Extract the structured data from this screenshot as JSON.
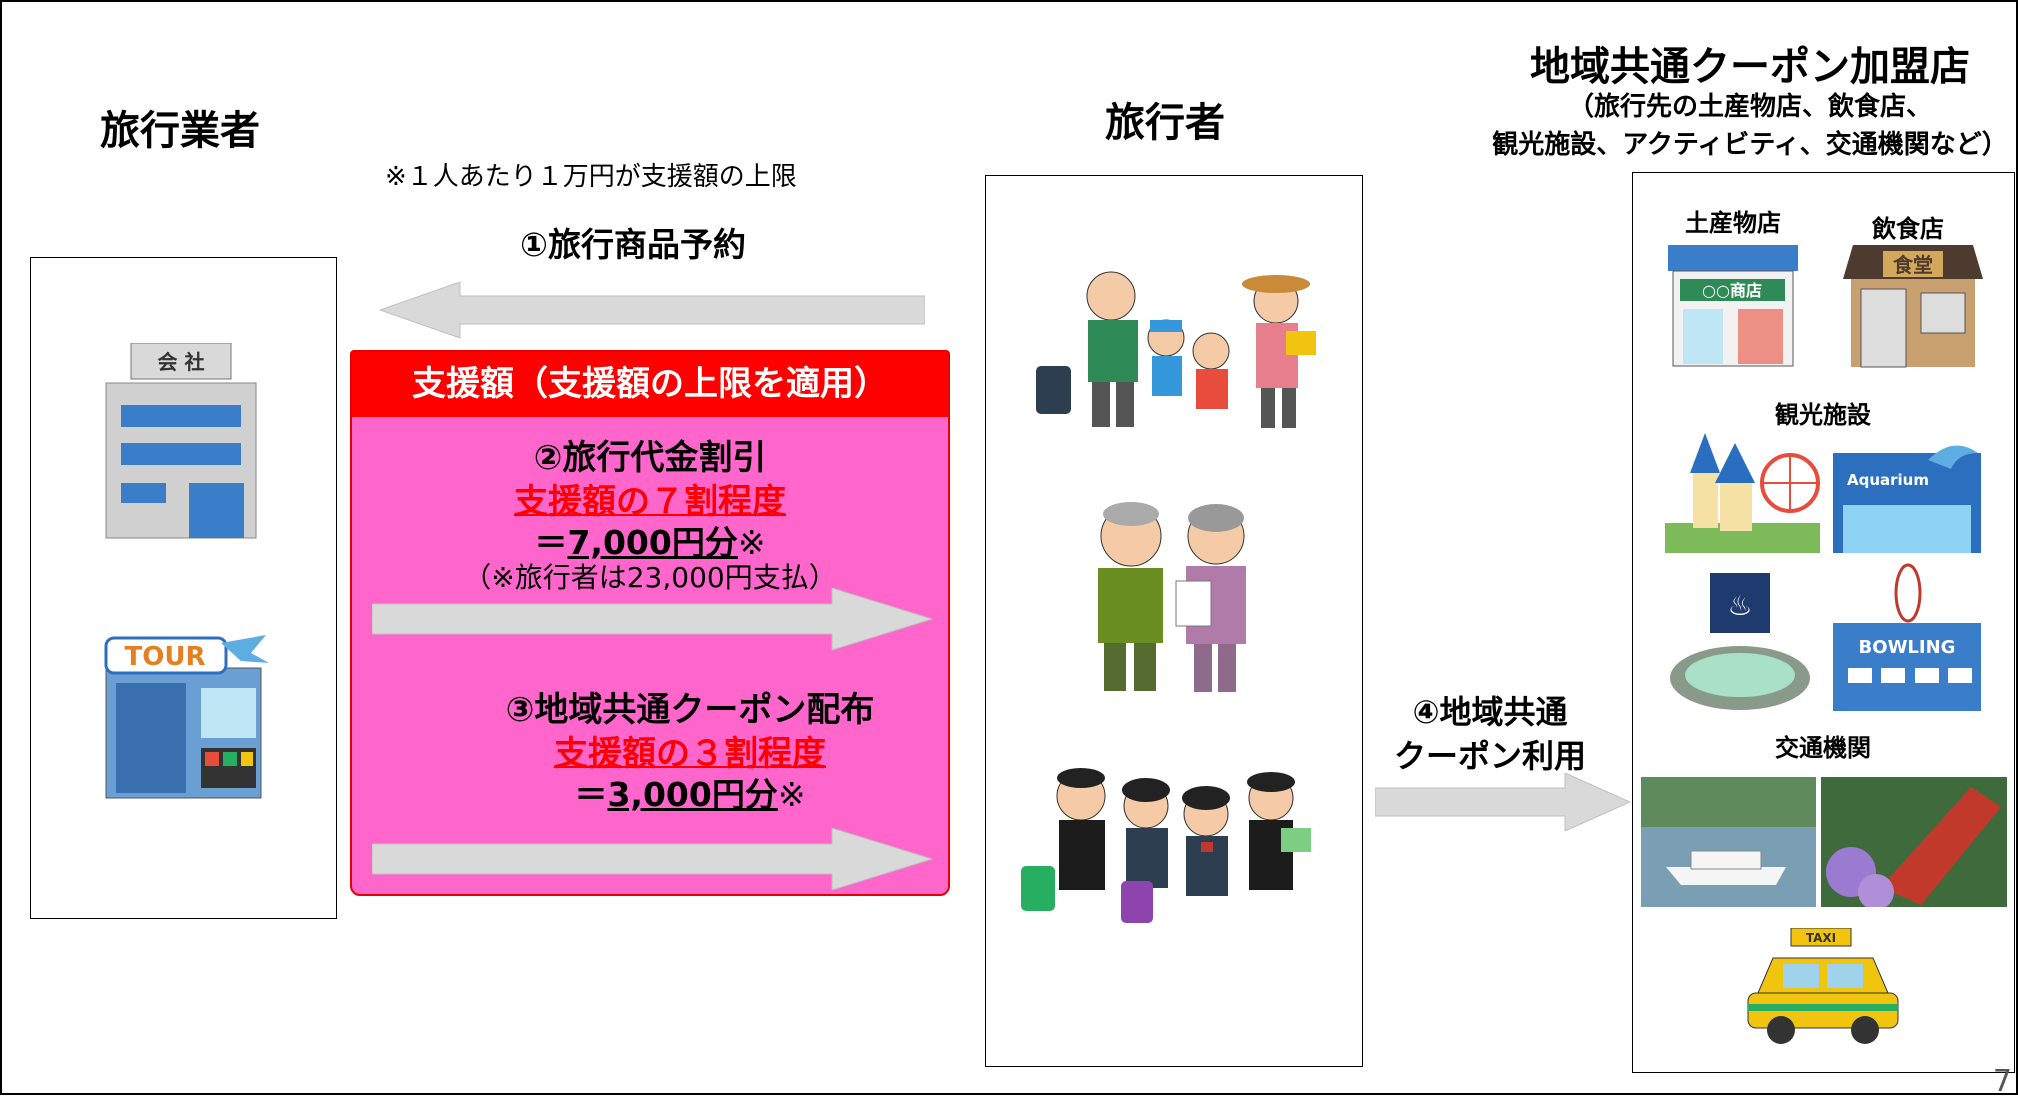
{
  "titles": {
    "agency": "旅行業者",
    "traveler": "旅行者",
    "shops_title": "地域共通クーポン加盟店",
    "shops_sub1": "（旅行先の土産物店、飲食店、",
    "shops_sub2": "観光施設、アクティビティ、交通機関など）"
  },
  "note_limit": "※１人あたり１万円が支援額の上限",
  "step1": "①旅行商品予約",
  "panel": {
    "header": "支援額（支援額の上限を適用）",
    "step2": "②旅行代金割引",
    "step2_ratio": "支援額の７割程度",
    "step2_eq": "＝",
    "step2_amount": "7,000円分",
    "step2_mark": "※",
    "step2_note": "（※旅行者は23,000円支払）",
    "step3": "③地域共通クーポン配布",
    "step3_ratio": "支援額の３割程度",
    "step3_eq": "＝",
    "step3_amount": "3,000円分",
    "step3_mark": "※"
  },
  "step4_line1": "④地域共通",
  "step4_line2": "クーポン利用",
  "shops": {
    "souvenir": "土産物店",
    "restaurant": "飲食店",
    "sightseeing": "観光施設",
    "transport": "交通機関",
    "souvenir_sign": "○○商店",
    "restaurant_sign": "食堂",
    "aquarium_sign": "Aquarium",
    "bowling_sign": "BOWLING",
    "taxi_sign": "TAXI"
  },
  "company_sign": "会 社",
  "tour_sign": "TOUR",
  "page_number": "7",
  "colors": {
    "panel_pink": "#ff66cc",
    "panel_header_red": "#ff0000",
    "arrow_gray": "#d9d9d9",
    "highlight_red": "#ff0000"
  }
}
